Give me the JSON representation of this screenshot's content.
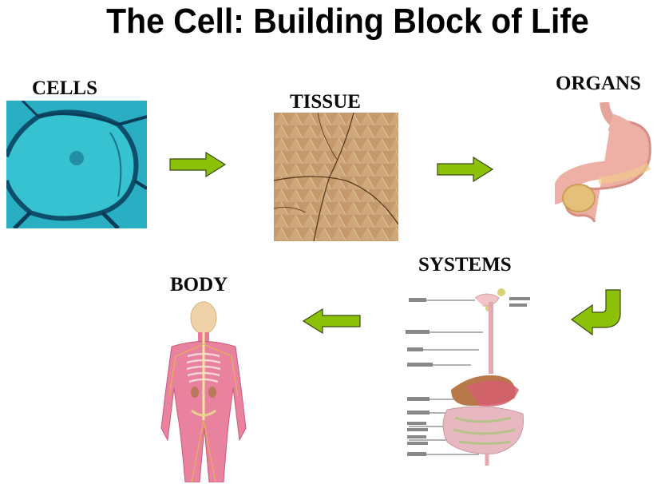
{
  "title": "The Cell: Building Block of Life",
  "stages": [
    {
      "label": "CELLS",
      "image": "cell-micrograph"
    },
    {
      "label": "TISSUE",
      "image": "skin-tissue"
    },
    {
      "label": "ORGANS",
      "image": "stomach"
    },
    {
      "label": "SYSTEMS",
      "image": "digestive-system"
    },
    {
      "label": "BODY",
      "image": "human-body"
    }
  ],
  "colors": {
    "arrow_fill": "#8cc10a",
    "arrow_stroke": "#3a4a10",
    "cell_bg": "#2fb7c9",
    "tissue_bg": "#c49a6c",
    "organ_pink": "#e8a9a0"
  }
}
